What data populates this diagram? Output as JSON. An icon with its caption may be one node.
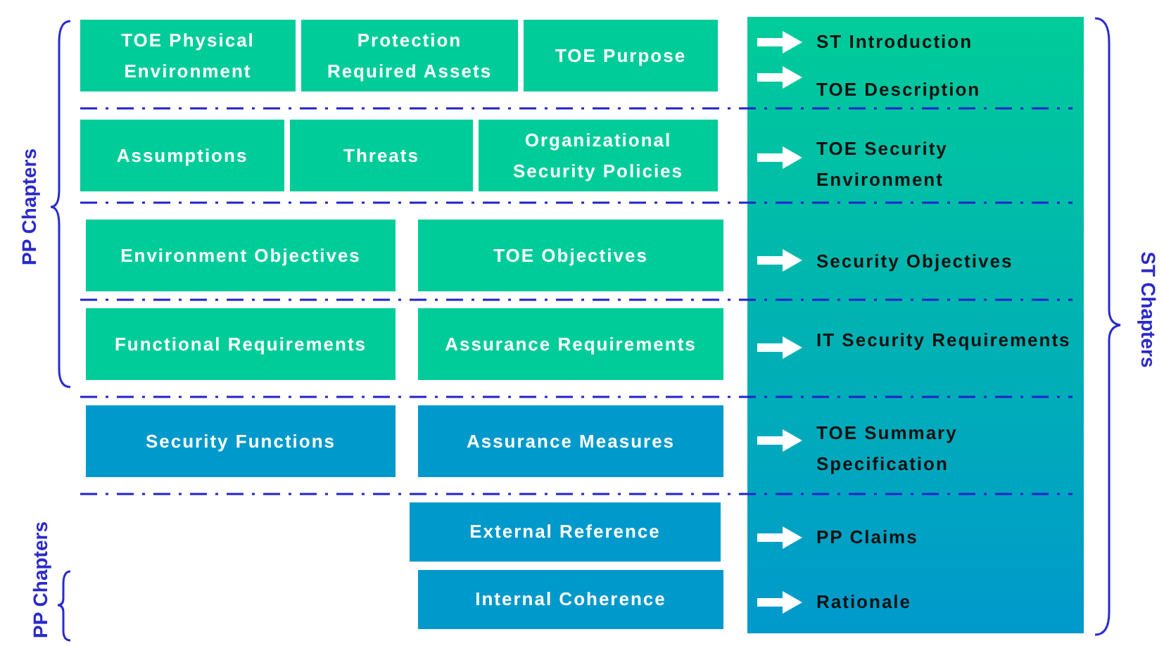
{
  "diagram": {
    "nodes": [
      {
        "text": [
          "TOE Physical Environment"
        ]
      },
      {
        "text": [
          "Protection Required Assets"
        ]
      },
      {
        "text": [
          "TOE Purpose"
        ]
      },
      {
        "text": [
          "Assumptions"
        ]
      },
      {
        "text": [
          "Threats"
        ]
      },
      {
        "text": [
          "Organizational Security Policies"
        ]
      },
      {
        "text": [
          "Environment Objectives"
        ]
      },
      {
        "text": [
          "TOE Objectives"
        ]
      },
      {
        "text": [
          "Functional Requirements"
        ]
      },
      {
        "text": [
          "Assurance Requirements"
        ]
      },
      {
        "text": [
          "Security Functions"
        ]
      },
      {
        "text": [
          "Assurance Measures"
        ]
      },
      {
        "text": [
          "External Reference"
        ]
      },
      {
        "text": [
          "Internal Coherence"
        ]
      }
    ],
    "edges": [],
    "labels": [
      "ST Introduction",
      "TOE Description",
      "PP Chapters",
      "TOE Security Environment",
      "Security Objectives",
      "ST Chapters",
      "IT Security Requirements",
      "TOE Summary Specification",
      "PP Claims",
      "PP Chapters",
      "Rationale"
    ]
  }
}
